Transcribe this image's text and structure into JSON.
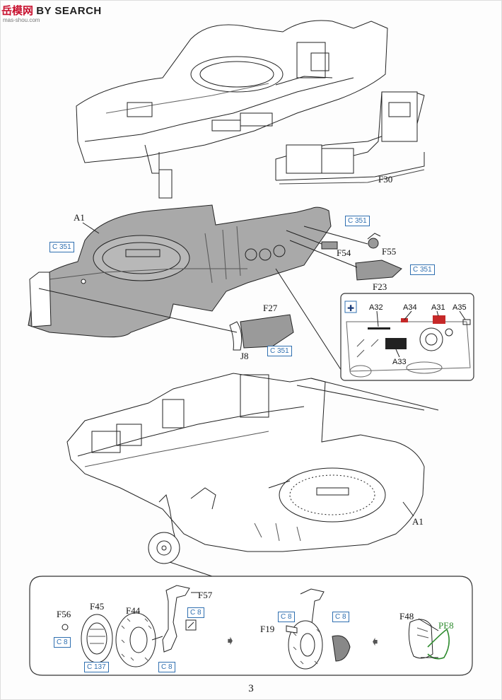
{
  "watermark": {
    "cn": "岳模网",
    "en": "BY SEARCH",
    "site": "mas-shou.com"
  },
  "page_number": "3",
  "parts": {
    "f30": "F30",
    "a1_top": "A1",
    "a1_bottom": "A1",
    "f54": "F54",
    "f55": "F55",
    "f23": "F23",
    "f27": "F27",
    "j8": "J8",
    "a32": "A32",
    "a34": "A34",
    "a31": "A31",
    "a35": "A35",
    "a33": "A33",
    "f57": "F57",
    "f56": "F56",
    "f45": "F45",
    "f44": "F44",
    "f19": "F19",
    "f48": "F48",
    "pe8": "PE8"
  },
  "paint_refs": {
    "c351_a": "C 351",
    "c351_b": "C 351",
    "c351_c": "C 351",
    "c351_d": "C 351",
    "c8_a": "C 8",
    "c8_b": "C 8",
    "c8_c": "C 8",
    "c8_d": "C 8",
    "c8_e": "C 8",
    "c137": "C 137"
  },
  "colors": {
    "paint_ref": "#2f6fb0",
    "pe_part": "#2e8b2e",
    "decal_red": "#c62828",
    "hull_fill": "#a9a9a9"
  }
}
